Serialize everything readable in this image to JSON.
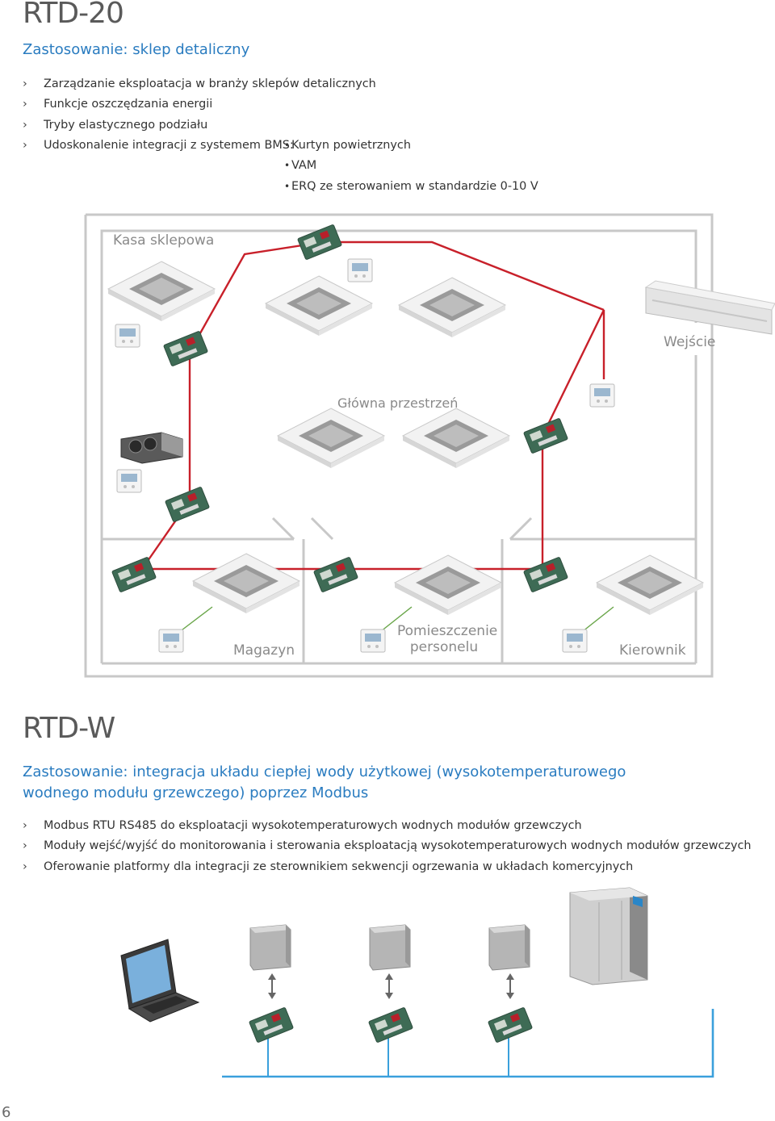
{
  "section1": {
    "title": "RTD-20",
    "subtitle": "Zastosowanie: sklep detaliczny",
    "bullets": [
      "Zarządzanie eksploatacja w branży sklepów detalicznych",
      "Funkcje oszczędzania energii",
      "Tryby elastycznego podziału",
      "Udoskonalenie integracji z systemem BMS:"
    ],
    "bms_items": [
      "Kurtyn powietrznych",
      "VAM",
      "ERQ ze sterowaniem w standardzie 0-10 V"
    ],
    "diagram": {
      "rooms": {
        "checkout": "Kasa sklepowa",
        "entrance": "Wejście",
        "main": "Główna przestrzeń",
        "storage": "Magazyn",
        "staff_1": "Pomieszczenie",
        "staff_2": "personelu",
        "manager": "Kierownik"
      },
      "colors": {
        "signal": "#c8202a",
        "walls": "#c8c8c8"
      }
    }
  },
  "section2": {
    "title": "RTD-W",
    "subtitle_1": "Zastosowanie: integracja układu ciepłej wody użytkowej (wysokotemperaturowego",
    "subtitle_2": "wodnego modułu grzewczego) poprzez Modbus",
    "bullets": [
      "Modbus RTU RS485 do eksploatacji wysokotemperaturowych wodnych modułów grzewczych",
      "Moduły wejść/wyjść do monitorowania i sterowania eksploatacją wysokotemperaturowych wodnych modułów grzewczych",
      "Oferowanie platformy dla integracji ze sterownikiem sekwencji ogrzewania w układach komercyjnych"
    ],
    "diagram": {
      "colors": {
        "bus": "#3aa0dc"
      }
    }
  },
  "page_number": "6",
  "bullet_glyph": "›"
}
